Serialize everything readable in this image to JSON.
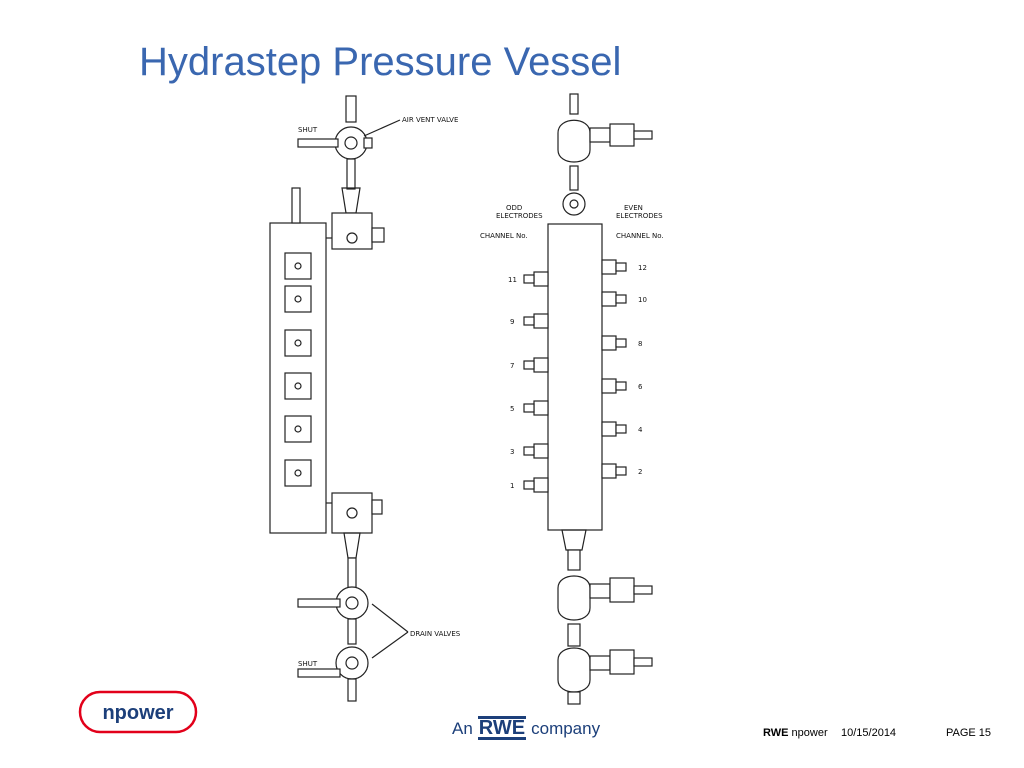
{
  "slide": {
    "title": "Hydrastep Pressure Vessel"
  },
  "diagram": {
    "labels": {
      "shut_top": "SHUT",
      "air_vent_valve": "AIR VENT VALVE",
      "odd_electrodes_1": "ODD",
      "odd_electrodes_2": "ELECTRODES",
      "even_electrodes_1": "EVEN",
      "even_electrodes_2": "ELECTRODES",
      "channel_left": "CHANNEL No.",
      "channel_right": "CHANNEL No.",
      "drain_valves": "DRAIN VALVES",
      "shut_bottom": "SHUT"
    },
    "odd_channels": [
      "11",
      "9",
      "7",
      "5",
      "3",
      "1"
    ],
    "even_channels": [
      "12",
      "10",
      "8",
      "6",
      "4",
      "2"
    ]
  },
  "branding": {
    "logo_text": "npower",
    "tagline_prefix": "An",
    "tagline_brand": "RWE",
    "tagline_suffix": "company",
    "brand_color": "#1c3f7a",
    "logo_color": "#e2001a"
  },
  "footer": {
    "company_bold": "RWE",
    "company_rest": "npower",
    "date": "10/15/2014",
    "page": "PAGE 15"
  }
}
